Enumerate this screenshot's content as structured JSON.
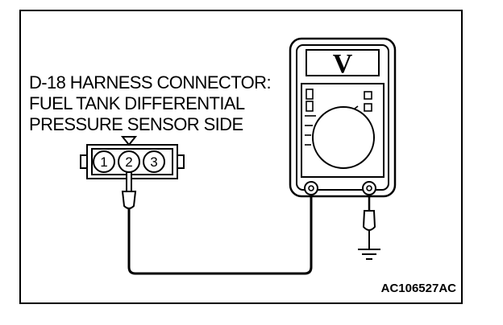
{
  "caption": {
    "line1": "D-18 HARNESS CONNECTOR:",
    "line2": "FUEL TANK DIFFERENTIAL",
    "line3": "PRESSURE SENSOR SIDE"
  },
  "connector": {
    "pins": [
      "1",
      "2",
      "3"
    ]
  },
  "meter": {
    "display": "V"
  },
  "figure_code": "AC106527AC"
}
